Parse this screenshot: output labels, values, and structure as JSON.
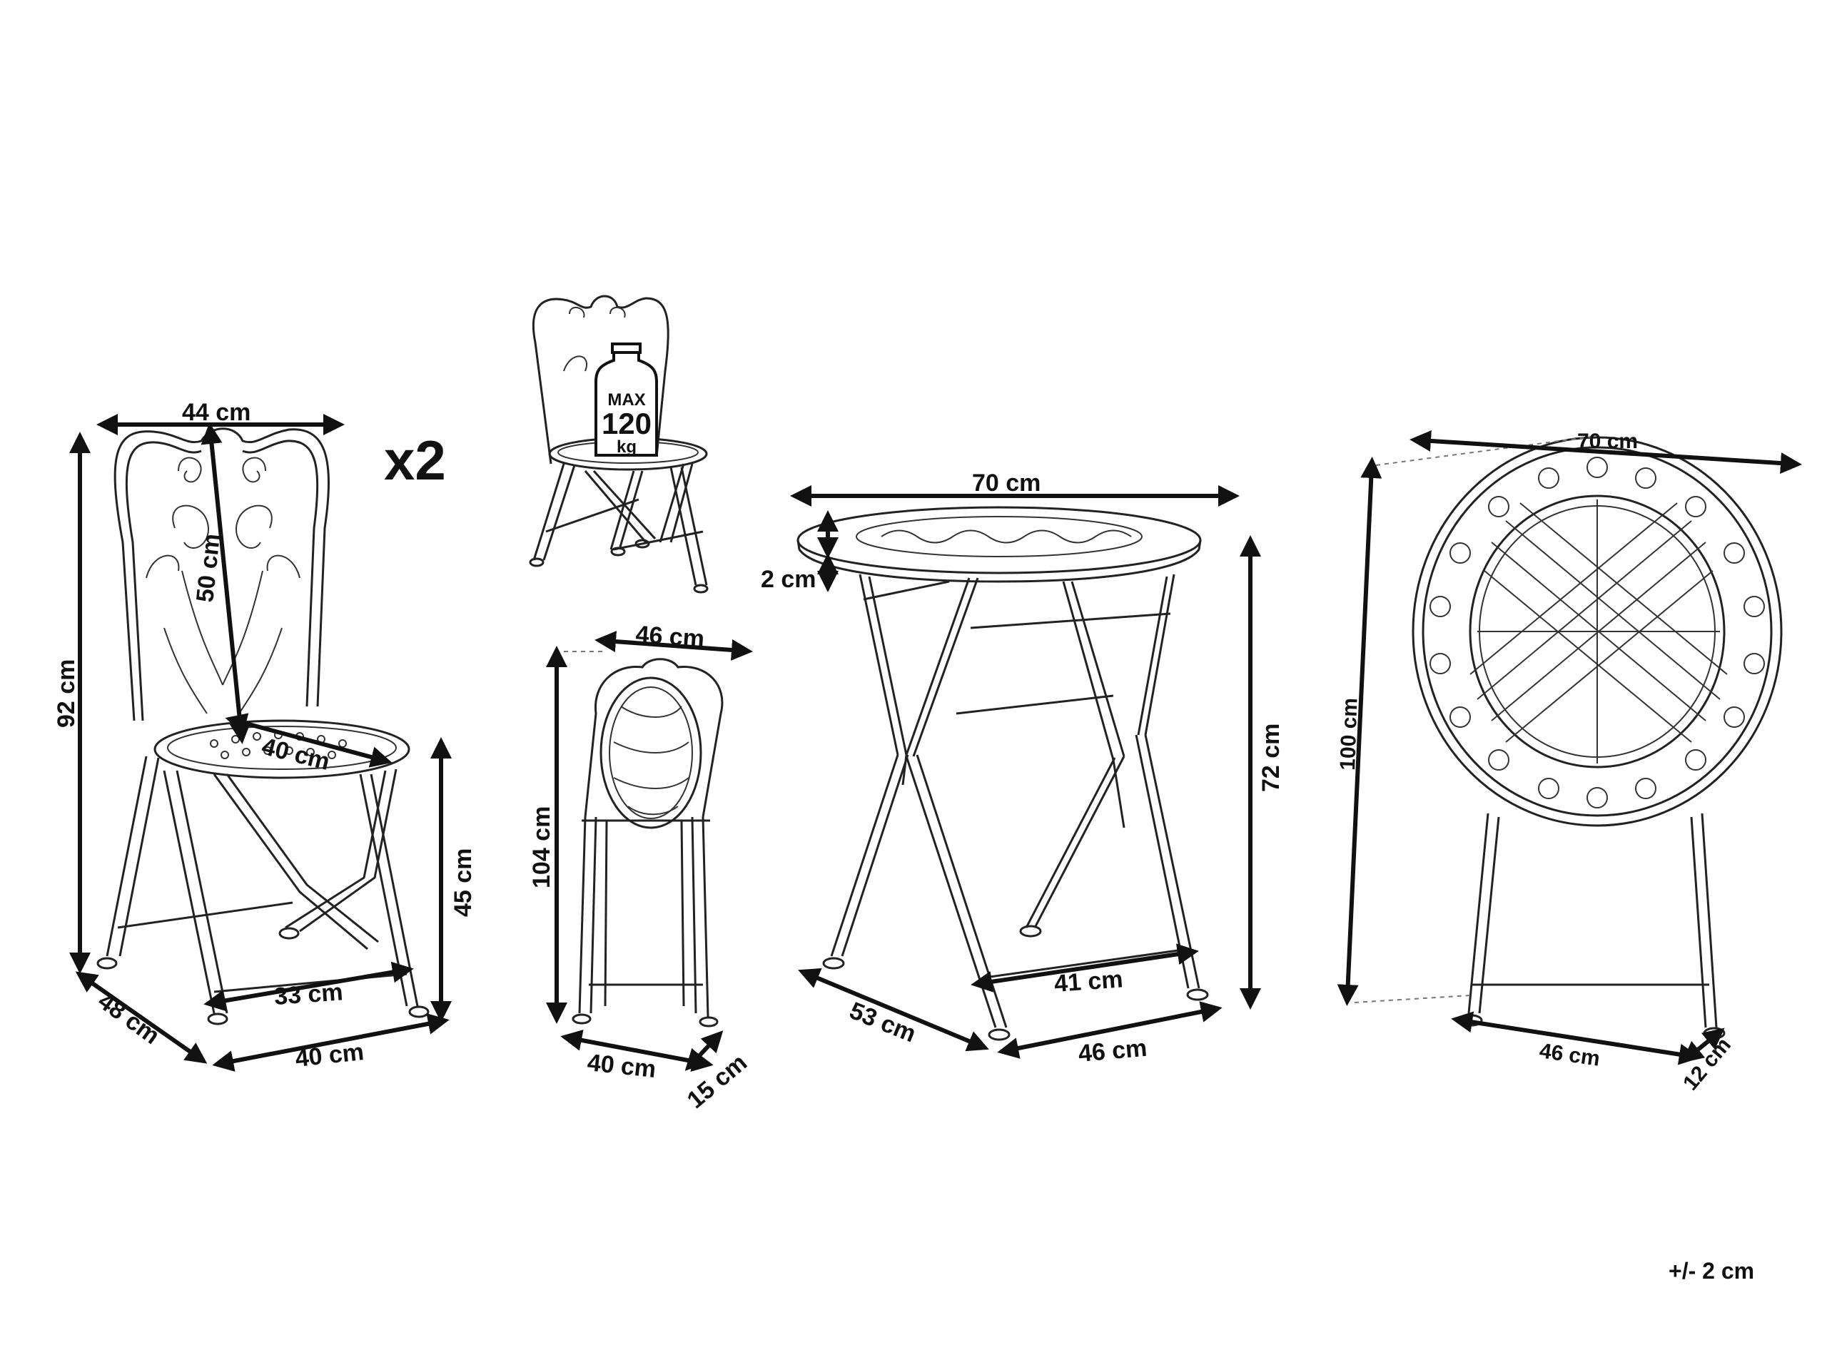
{
  "quantity": "x2",
  "tolerance": "+/- 2 cm",
  "max_load": {
    "line1": "MAX",
    "line2": "120",
    "line3": "kg"
  },
  "chair_front": {
    "width": "44 cm",
    "height": "92 cm",
    "backrest": "50 cm",
    "seat_diameter": "40 cm",
    "seat_height": "45 cm",
    "leg_span": "33 cm",
    "depth": "48 cm",
    "base_width": "40 cm"
  },
  "chair_folded": {
    "width": "46 cm",
    "height": "104 cm",
    "base_width": "40 cm",
    "thickness": "15 cm"
  },
  "table_open": {
    "diameter": "70 cm",
    "top_thickness": "2 cm",
    "height": "72 cm",
    "leg_span": "41 cm",
    "depth": "53 cm",
    "base_width": "46 cm"
  },
  "table_folded": {
    "diameter": "70 cm",
    "height": "100 cm",
    "base_width": "46 cm",
    "thickness": "12 cm"
  }
}
